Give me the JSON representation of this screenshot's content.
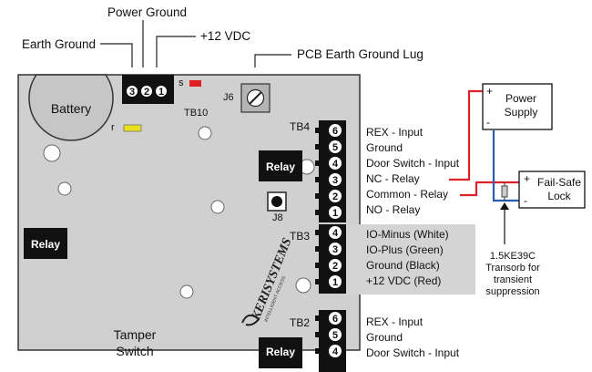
{
  "callouts": {
    "power_ground": "Power Ground",
    "earth_ground": "Earth Ground",
    "plus12vdc": "+12 VDC",
    "pcb_lug": "PCB Earth Ground Lug"
  },
  "board": {
    "battery": "Battery",
    "tb10": "TB10",
    "tb10_pins": [
      "3",
      "2",
      "1"
    ],
    "s_label": "s",
    "r_label": "r",
    "j6": "J6",
    "j8": "J8",
    "tb4": "TB4",
    "tb3": "TB3",
    "tb2": "TB2",
    "relay": "Relay",
    "tamper_line1": "Tamper",
    "tamper_line2": "Switch",
    "brand": "KERISYSTEMS",
    "brand_sub": "INTELLIGENT ACCESS"
  },
  "tb4_pins": [
    "6",
    "5",
    "4",
    "3",
    "2",
    "1"
  ],
  "tb4_labels": [
    "REX - Input",
    "Ground",
    "Door Switch - Input",
    "NC - Relay",
    "Common - Relay",
    "NO - Relay"
  ],
  "tb3_pins": [
    "4",
    "3",
    "2",
    "1"
  ],
  "tb3_labels": [
    "IO-Minus (White)",
    "IO-Plus (Green)",
    "Ground (Black)",
    "+12 VDC (Red)"
  ],
  "tb2_pins": [
    "6",
    "5",
    "4"
  ],
  "tb2_labels": [
    "REX - Input",
    "Ground",
    "Door Switch - Input"
  ],
  "power_supply": {
    "line1": "Power",
    "line2": "Supply",
    "plus": "+",
    "minus": "-"
  },
  "lock": {
    "line1": "Fail-Safe",
    "line2": "Lock",
    "plus": "+",
    "minus": "-"
  },
  "transorb": [
    "1.5KE39C",
    "Transorb for",
    "transient",
    "suppression"
  ],
  "colors": {
    "board": "#d0d0d0",
    "wire_red": "#e0212b",
    "wire_blue": "#2a5db0",
    "tb3_highlight": "#d4d4d4",
    "s_led": "#e02020",
    "r_led": "#e8e020"
  }
}
